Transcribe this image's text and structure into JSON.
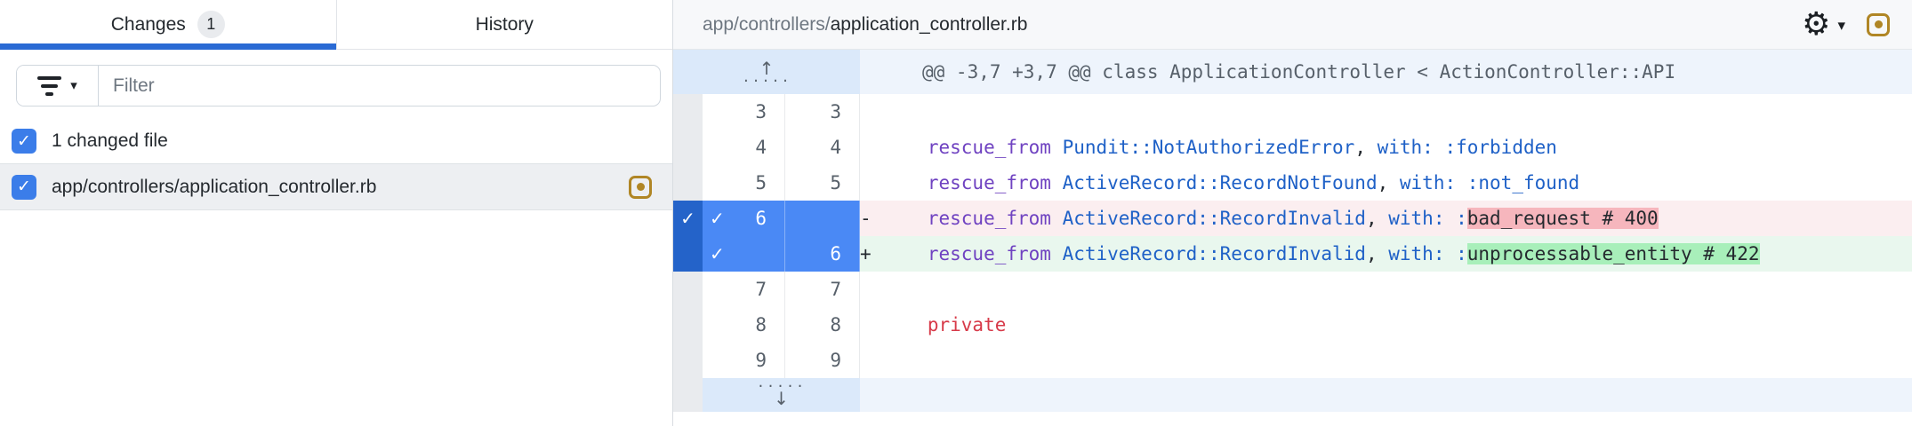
{
  "colors": {
    "accent": "#2a6ad4",
    "checkbox_blue": "#3b7de9",
    "sel_blue": "#4a89f5",
    "strip_blue": "#2463c9",
    "modified": "#b08625",
    "removed_bg": "#fbeef0",
    "removed_hl": "#f6b6bd",
    "added_bg": "#e9f7ee",
    "added_hl": "#a8efba",
    "hunk_gut": "#dbe9fa",
    "hunk_bg": "#eef4fc",
    "num_gray": "#57606a",
    "syn_purple": "#6f42c1",
    "syn_blue": "#1f61c7",
    "syn_plain": "#24292e",
    "syn_red": "#d73a49"
  },
  "icons": {
    "filter": "funnel-icon",
    "filter_caret": "▾",
    "gear": "⚙",
    "gear_caret": "▾",
    "check": "✓",
    "expand_up_arrow": "↑",
    "expand_down_arrow": "↓",
    "expand_dots": "·····",
    "modified_badge": "modified-dot-square"
  },
  "sidebar": {
    "tabs": [
      {
        "label": "Changes",
        "badge": "1",
        "active": true
      },
      {
        "label": "History",
        "active": false
      }
    ],
    "filter": {
      "placeholder": "Filter",
      "value": ""
    },
    "summary": {
      "label": "1 changed file",
      "checked": true
    },
    "file": {
      "path": "app/controllers/application_controller.rb",
      "checked": true,
      "status": "modified"
    }
  },
  "diff": {
    "header": {
      "path_prefix": "app/controllers/",
      "file_name": "application_controller.rb",
      "status": "modified"
    },
    "rows": [
      {
        "type": "hunk-up",
        "text": "@@ -3,7 +3,7 @@ class ApplicationController < ActionController::API"
      },
      {
        "type": "context",
        "old": "3",
        "new": "3",
        "marker": " ",
        "indent": "",
        "tokens": []
      },
      {
        "type": "context",
        "old": "4",
        "new": "4",
        "marker": " ",
        "indent": "     ",
        "tokens": [
          {
            "t": "rescue_from ",
            "c": "purple"
          },
          {
            "t": "Pundit::NotAuthorizedError",
            "c": "blue"
          },
          {
            "t": ", ",
            "c": "plain"
          },
          {
            "t": "with: ",
            "c": "blue"
          },
          {
            "t": ":forbidden",
            "c": "blue"
          }
        ]
      },
      {
        "type": "context",
        "old": "5",
        "new": "5",
        "marker": " ",
        "indent": "     ",
        "tokens": [
          {
            "t": "rescue_from ",
            "c": "purple"
          },
          {
            "t": "ActiveRecord::RecordNotFound",
            "c": "blue"
          },
          {
            "t": ", ",
            "c": "plain"
          },
          {
            "t": "with: ",
            "c": "blue"
          },
          {
            "t": ":not_found",
            "c": "blue"
          }
        ]
      },
      {
        "type": "removed",
        "old": "6",
        "new": "",
        "marker": "-",
        "indent": "     ",
        "selected": true,
        "strip_check": true,
        "row_check": true,
        "tokens": [
          {
            "t": "rescue_from ",
            "c": "purple"
          },
          {
            "t": "ActiveRecord::RecordInvalid",
            "c": "blue"
          },
          {
            "t": ", ",
            "c": "plain"
          },
          {
            "t": "with: ",
            "c": "blue"
          },
          {
            "t": ":",
            "c": "blue"
          },
          {
            "t": "bad_request # 400",
            "c": "plain",
            "hl": true
          }
        ]
      },
      {
        "type": "added",
        "old": "",
        "new": "6",
        "marker": "+",
        "indent": "     ",
        "selected": true,
        "strip_check": false,
        "row_check": true,
        "tokens": [
          {
            "t": "rescue_from ",
            "c": "purple"
          },
          {
            "t": "ActiveRecord::RecordInvalid",
            "c": "blue"
          },
          {
            "t": ", ",
            "c": "plain"
          },
          {
            "t": "with: ",
            "c": "blue"
          },
          {
            "t": ":",
            "c": "blue"
          },
          {
            "t": "unprocessable_entity # 422",
            "c": "plain",
            "hl": true
          }
        ]
      },
      {
        "type": "context",
        "old": "7",
        "new": "7",
        "marker": " ",
        "indent": "",
        "tokens": []
      },
      {
        "type": "context",
        "old": "8",
        "new": "8",
        "marker": " ",
        "indent": "     ",
        "tokens": [
          {
            "t": "private",
            "c": "red"
          }
        ]
      },
      {
        "type": "context",
        "old": "9",
        "new": "9",
        "marker": " ",
        "indent": "",
        "tokens": []
      },
      {
        "type": "expand-down"
      }
    ]
  }
}
